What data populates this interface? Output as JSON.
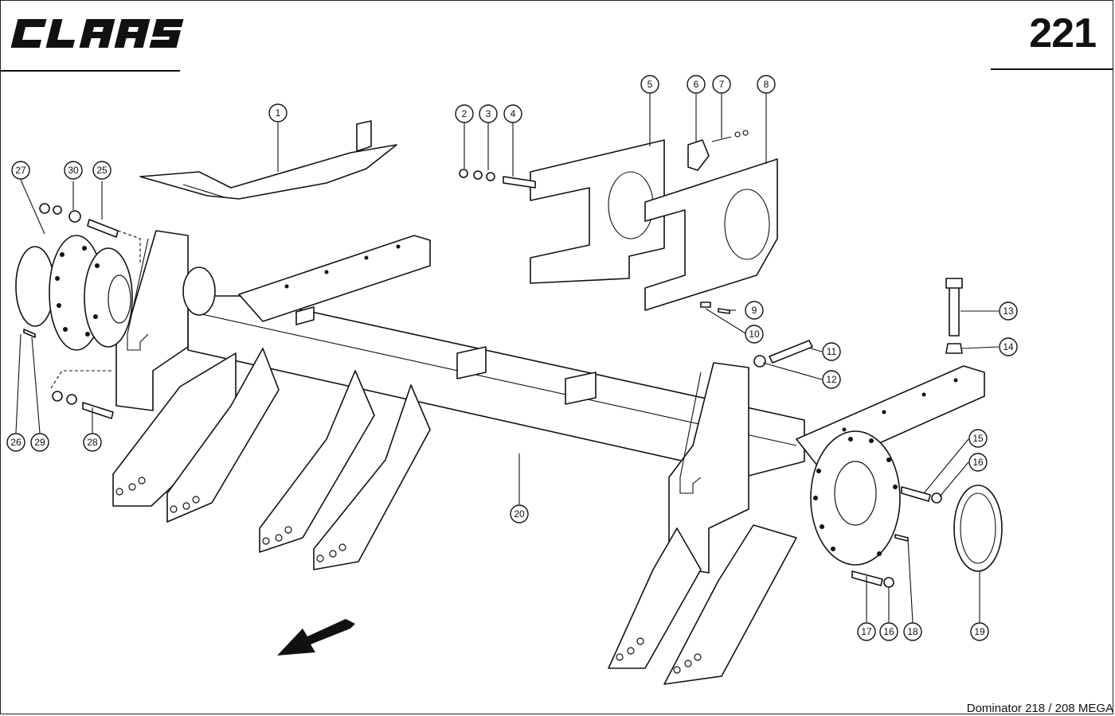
{
  "header": {
    "brand": "CLAAS",
    "page_number": "221"
  },
  "footer": {
    "model": "Dominator 218 / 208 MEGA"
  },
  "diagram": {
    "callouts": [
      "1",
      "2",
      "3",
      "4",
      "5",
      "6",
      "7",
      "8",
      "9",
      "10",
      "11",
      "12",
      "13",
      "14",
      "15",
      "16",
      "16",
      "17",
      "18",
      "19",
      "20",
      "25",
      "26",
      "27",
      "28",
      "29",
      "30"
    ],
    "direction_icon": "arrow-forward-icon"
  }
}
